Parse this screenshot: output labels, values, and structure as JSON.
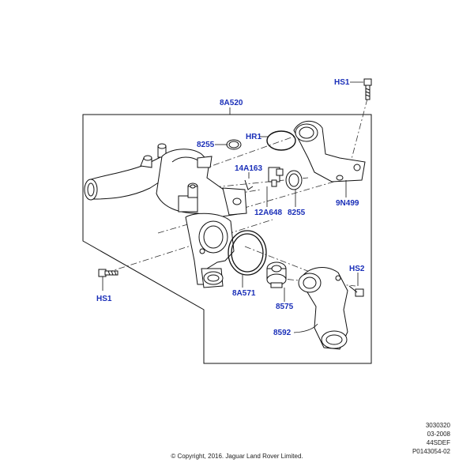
{
  "callouts": {
    "hs1_top": "HS1",
    "8a520": "8A520",
    "hr1": "HR1",
    "8255_left": "8255",
    "14a163": "14A163",
    "12a648": "12A648",
    "8255_right": "8255",
    "9n499": "9N499",
    "hs2": "HS2",
    "hs1_bottom": "HS1",
    "8a571": "8A571",
    "8575": "8575",
    "8592": "8592"
  },
  "footer": {
    "ref_number": "3030320",
    "date": "03-2008",
    "code": "44SDEF",
    "plate_id": "P0143054-02",
    "copyright": "© Copyright, 2016. Jaguar Land Rover Limited."
  },
  "colors": {
    "label": "#1a2fb8",
    "line": "#111111"
  }
}
